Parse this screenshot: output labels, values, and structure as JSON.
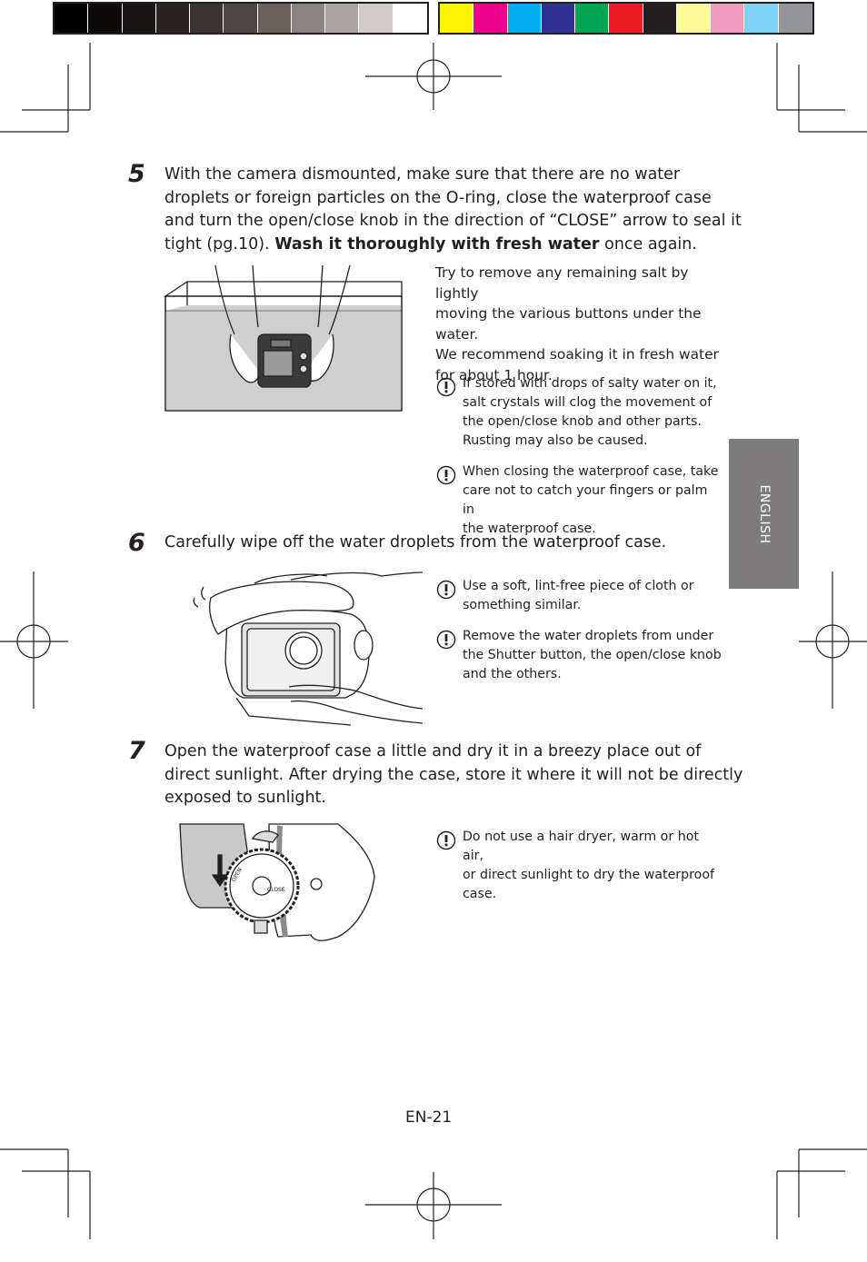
{
  "colors": {
    "grays": [
      "#000000",
      "#0d0b0a",
      "#1a1615",
      "#2a2523",
      "#3b3432",
      "#4f4745",
      "#6b6260",
      "#8b8381",
      "#aaa3a2",
      "#d3cbca",
      "#ffffff"
    ],
    "process": [
      "#fff200",
      "#ec008c",
      "#00aeef",
      "#2e3192",
      "#00a651",
      "#ed1c24",
      "#231f20",
      "#fff899",
      "#f49ac1",
      "#7fd3f7",
      "#939598"
    ],
    "tab_bg": "#7d7b7b"
  },
  "side_tab": {
    "label": "ENGLISH"
  },
  "step5": {
    "number": "5",
    "lines": [
      "With the camera dismounted, make sure that there are no water",
      "droplets or foreign particles on the O-ring, close the waterproof case",
      "and turn the open/close knob in the direction of “CLOSE” arrow to seal it"
    ],
    "last_line_a": "tight (pg.10). ",
    "last_line_bold": "Wash it thoroughly with fresh water",
    "last_line_b": " once again.",
    "side_lines": [
      "Try to remove any remaining salt by lightly",
      "moving the various buttons under the",
      "water.",
      "We recommend soaking it in fresh water",
      "for about 1 hour."
    ],
    "notes": [
      [
        "If stored with drops of salty water on it,",
        "salt crystals will clog the movement of",
        "the open/close knob and other parts.",
        "Rusting may also be caused."
      ],
      [
        "When closing the waterproof case, take",
        "care not to catch your fingers or palm in",
        "the waterproof case."
      ]
    ]
  },
  "step6": {
    "number": "6",
    "text": "Carefully wipe off the water droplets from the waterproof case.",
    "notes": [
      [
        "Use a soft, lint-free piece of cloth or",
        "something similar."
      ],
      [
        "Remove the water droplets from under",
        "the Shutter button, the open/close knob",
        "and the others."
      ]
    ]
  },
  "step7": {
    "number": "7",
    "lines": [
      "Open the waterproof case a little and dry it in a breezy place out of",
      "direct sunlight. After drying the case, store it where it will not be directly",
      "exposed to sunlight."
    ],
    "notes": [
      [
        "Do not use a hair dryer, warm or hot air,",
        "or direct sunlight to dry the waterproof",
        "case."
      ]
    ],
    "knob_labels": {
      "open": "OPEN",
      "close": "CLOSE"
    }
  },
  "page_number": "EN-21"
}
